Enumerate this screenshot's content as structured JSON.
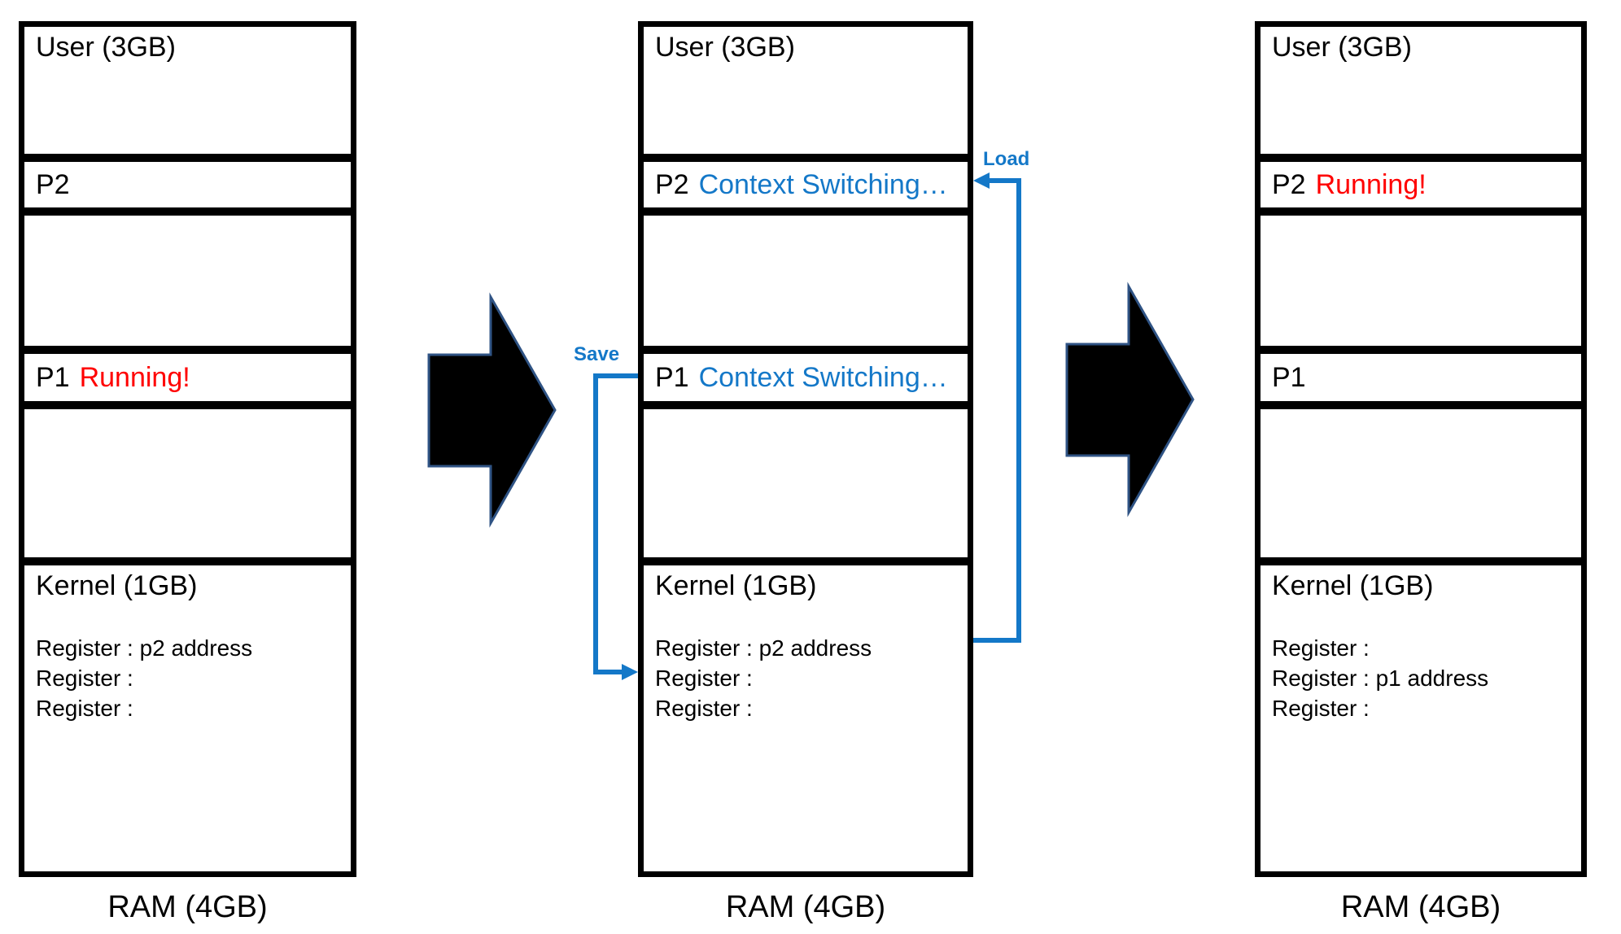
{
  "columns": [
    {
      "user_label": "User (3GB)",
      "p2_label": "P2",
      "p2_status": "",
      "p1_label": "P1",
      "p1_status": "Running!",
      "kernel_label": "Kernel (1GB)",
      "registers": [
        "Register : p2 address",
        "Register :",
        "Register :"
      ],
      "ram_label": "RAM (4GB)"
    },
    {
      "user_label": "User (3GB)",
      "p2_label": "P2",
      "p2_status": "Context Switching…",
      "p1_label": "P1",
      "p1_status": "Context Switching…",
      "kernel_label": "Kernel (1GB)",
      "registers": [
        "Register : p2 address",
        "Register :",
        "Register :"
      ],
      "ram_label": "RAM (4GB)"
    },
    {
      "user_label": "User (3GB)",
      "p2_label": "P2",
      "p2_status": "Running!",
      "p1_label": "P1",
      "p1_status": "",
      "kernel_label": "Kernel (1GB)",
      "registers": [
        "Register :",
        "Register : p1 address",
        "Register :"
      ],
      "ram_label": "RAM (4GB)"
    }
  ],
  "flow": {
    "save_label": "Save",
    "load_label": "Load"
  },
  "colors": {
    "status_red": "#ff0000",
    "accent_blue": "#1478c8",
    "arrow_fill": "#000000",
    "arrow_outline": "#2f5384"
  }
}
